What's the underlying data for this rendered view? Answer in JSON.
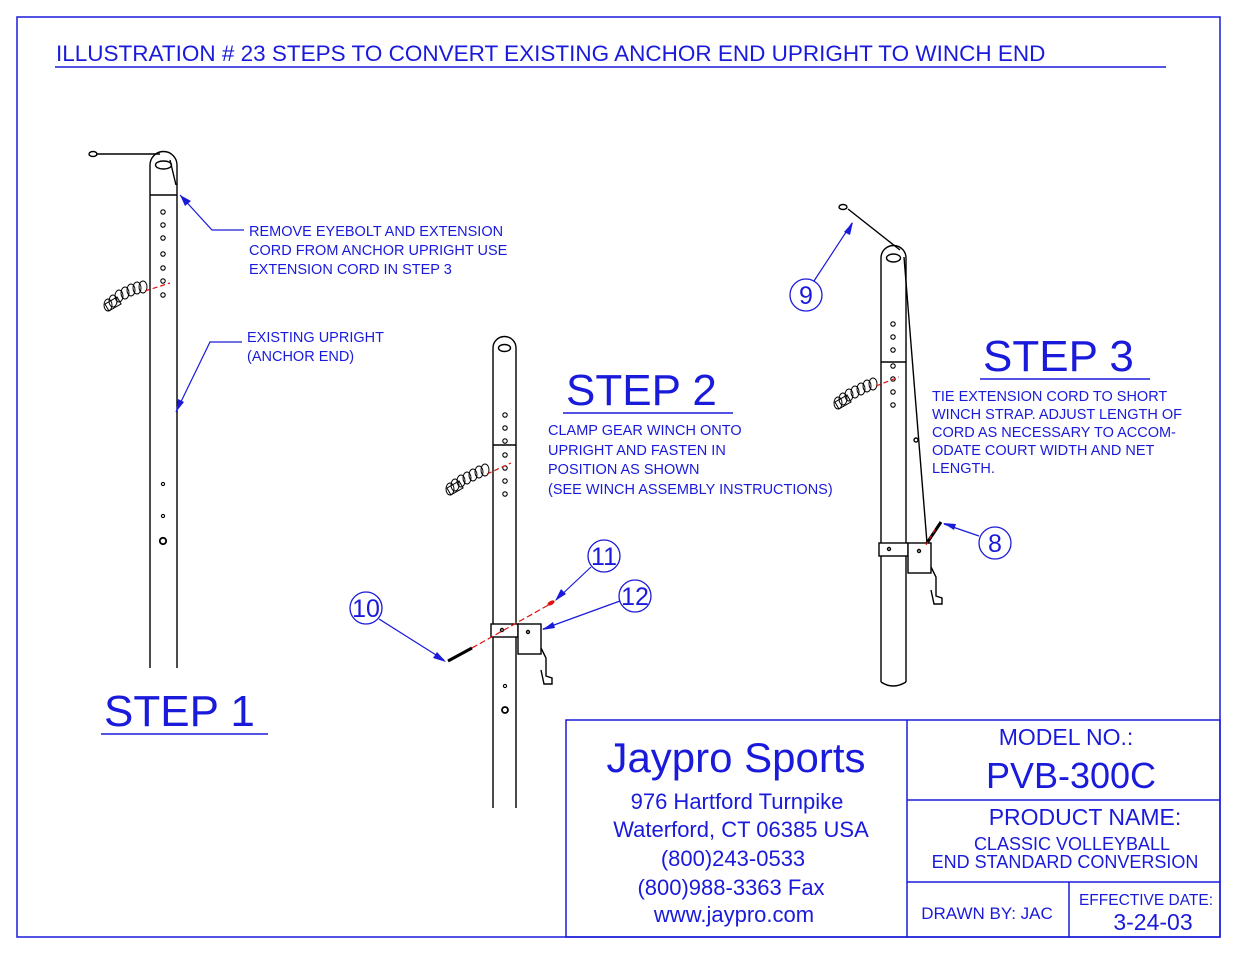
{
  "title": "ILLUSTRATION # 23 STEPS TO CONVERT EXISTING ANCHOR END UPRIGHT TO WINCH END",
  "steps": {
    "step1": {
      "heading": "STEP 1",
      "note_eyebolt": [
        "REMOVE EYEBOLT AND EXTENSION",
        "CORD FROM ANCHOR UPRIGHT USE",
        "EXTENSION CORD IN STEP 3"
      ],
      "note_upright": [
        "EXISTING UPRIGHT",
        "(ANCHOR END)"
      ]
    },
    "step2": {
      "heading": "STEP 2",
      "note": [
        "CLAMP GEAR WINCH ONTO",
        "UPRIGHT AND FASTEN IN",
        "POSITION AS SHOWN",
        "(SEE WINCH ASSEMBLY INSTRUCTIONS)"
      ]
    },
    "step3": {
      "heading": "STEP 3",
      "note": [
        "TIE EXTENSION CORD TO SHORT",
        "WINCH STRAP. ADJUST LENGTH OF",
        "CORD AS NECESSARY TO ACCOM-",
        "ODATE COURT WIDTH AND NET",
        "LENGTH."
      ]
    }
  },
  "callouts": [
    "8",
    "9",
    "10",
    "11",
    "12"
  ],
  "title_block": {
    "company": "Jaypro Sports",
    "address1": "976 Hartford Turnpike",
    "address2": "Waterford, CT 06385 USA",
    "phone": "(800)243-0533",
    "fax": "(800)988-3363 Fax",
    "web": "www.jaypro.com",
    "model_label": "MODEL NO.:",
    "model": "PVB-300C",
    "product_label": "PRODUCT NAME:",
    "product_line1": "CLASSIC VOLLEYBALL",
    "product_line2": "END STANDARD CONVERSION",
    "drawn_by": "DRAWN BY: JAC",
    "effective_label": "EFFECTIVE DATE:",
    "effective_date": "3-24-03"
  },
  "colors": {
    "ink": "#1a1adb",
    "line": "#000000",
    "hidden_line": "#e01010"
  }
}
